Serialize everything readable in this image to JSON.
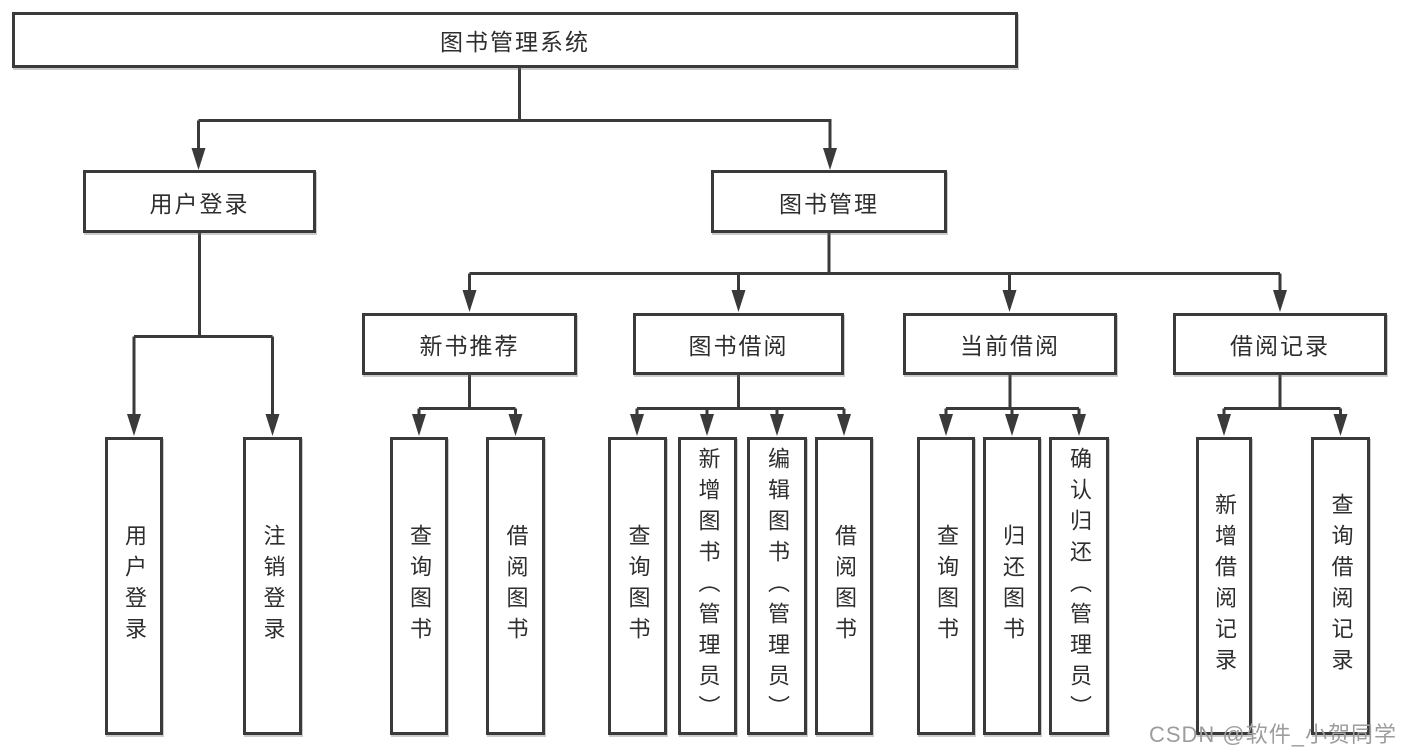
{
  "diagram": {
    "root": {
      "label": "图书管理系统"
    },
    "level2": [
      {
        "label": "用户登录"
      },
      {
        "label": "图书管理"
      }
    ],
    "level3": [
      {
        "label": "新书推荐"
      },
      {
        "label": "图书借阅"
      },
      {
        "label": "当前借阅"
      },
      {
        "label": "借阅记录"
      }
    ],
    "leaves": {
      "user_login": [
        {
          "label": "用户登录"
        },
        {
          "label": "注销登录"
        }
      ],
      "new_book": [
        {
          "label": "查询图书"
        },
        {
          "label": "借阅图书"
        }
      ],
      "book_borrow": [
        {
          "label": "查询图书"
        },
        {
          "label": "新增图书（管理员）"
        },
        {
          "label": "编辑图书（管理员）"
        },
        {
          "label": "借阅图书"
        }
      ],
      "current_borrow": [
        {
          "label": "查询图书"
        },
        {
          "label": "归还图书"
        },
        {
          "label": "确认归还（管理员）"
        }
      ],
      "records": [
        {
          "label": "新增借阅记录"
        },
        {
          "label": "查询借阅记录"
        }
      ]
    }
  },
  "watermark": {
    "text": "CSDN @软件_小贺同学"
  },
  "colors": {
    "line": "#3a3a3a",
    "box_border": "#3a3a3a",
    "text": "#2e2e2e",
    "watermark": "#9d9d9d",
    "background": "#ffffff"
  }
}
